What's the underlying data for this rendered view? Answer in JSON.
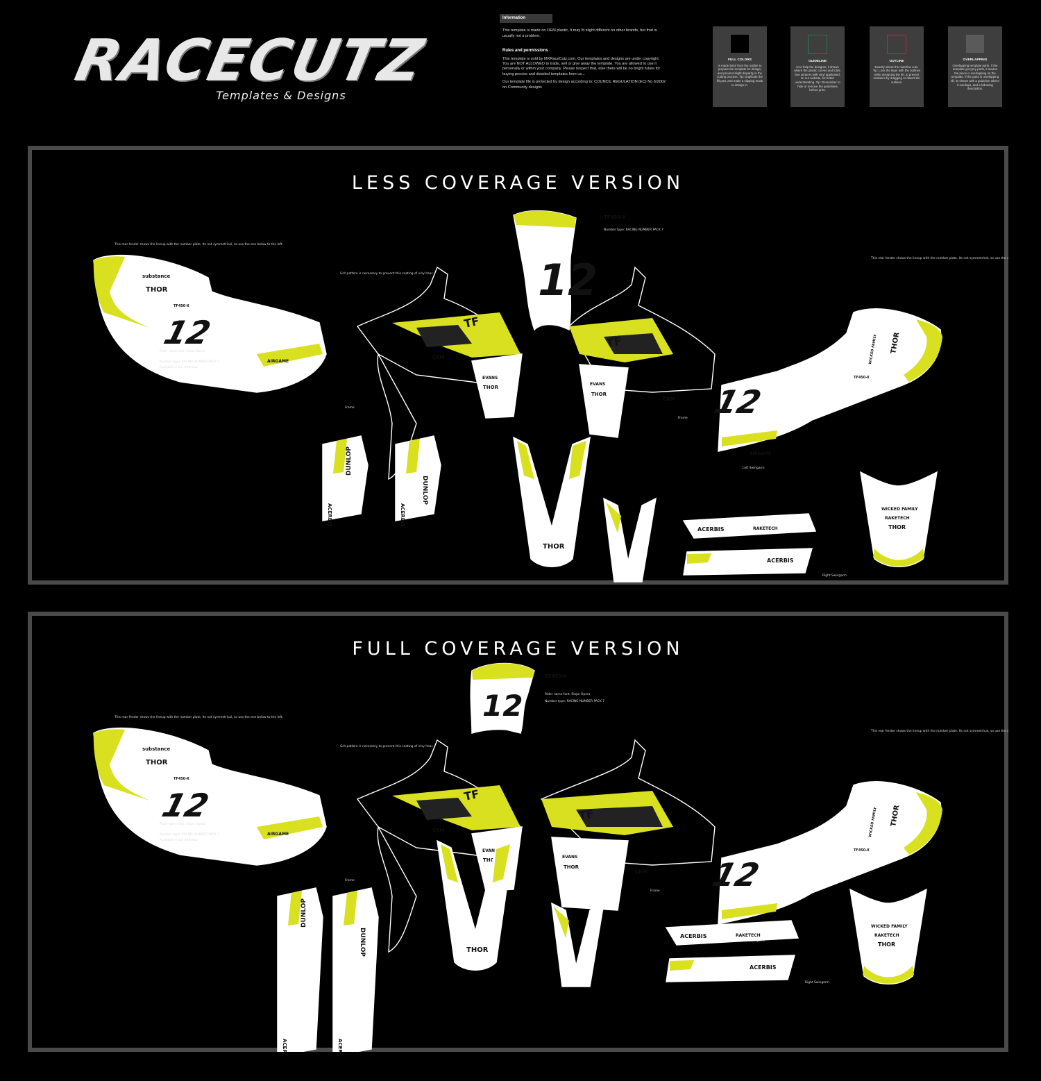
{
  "header": {
    "logo": "RACECUTZ",
    "tagline": "Templates & Designs"
  },
  "info": {
    "info_title": "Information",
    "info_text": "This template is made on OEM plastic, it may fit slight different on other brands, but that is usually not a problem.",
    "rules_title": "Rules and permissions",
    "rules_text": "This template is sold by MXRaceCutz.com. Our templates and designs are under copyright. You are NOT ALLOWED to trade, sell or give away the template. You are allowed to use it personally or within your company. Please respect that, else there will be no bright future for buying precise and detailed templates from us...",
    "design_text": "Our template file is protected by design according to: COUNCIL REGULATION (EC) No 6/2002 on Community designs"
  },
  "legend": [
    {
      "title": "FULL COLORS",
      "text": "Is made 5mm from the outline to prepare the template for design, and prevent slight disparity in the cutting process. Tip: Duplicate the fill part, and make a clipping mask to design in.",
      "color": "#000000"
    },
    {
      "title": "GUIDELINE",
      "text": "Is to help the designer, it shows where the plastic curves and folds. See pictures with vinyl applicated, on our website, for better understanding. Tip: Remember to hide or remove the guidelines before print.",
      "color": "#2b7a4b"
    },
    {
      "title": "OUTLINE",
      "text": "Exactly where the machine cuts. Tip: Lock the layer with the outlines while designing the kit, to prevent mistakes by dragging or distort the outlines.",
      "color": "#c8204a"
    },
    {
      "title": "OVERLAPPING",
      "text": "Overlapping template parts. If the template got grey parts, it means the piece is overlapping on the template. If the parts is overlapping till, its shown with a guideline where it overlaps, and a following description.",
      "color": "#5a5a5a"
    }
  ],
  "colors": {
    "accent": "#d8e020",
    "panel": "#ffffff",
    "frame": "#4a4a4a"
  },
  "sections": [
    {
      "title": "LESS COVERAGE VERSION"
    },
    {
      "title": "FULL COVERAGE VERSION"
    }
  ],
  "kit": {
    "number": "12",
    "model": "TF450-X",
    "brands": [
      "DUNLOP",
      "THOR",
      "ACERBIS",
      "CRM",
      "TF",
      "EVANS",
      "substance",
      "WICKED FAMILY",
      "RAKETECH",
      "AIRGAME"
    ],
    "notes": {
      "rear_left": "This rear fender shows the lineup with the number plate. Its not symmetrical, so use the one below to the left.",
      "rear_right": "This rear fender shows the lineup with the number plate. Its not symmetrical, so use the one below to the right.",
      "radiator": "Grit pattern is necessary to prevent this coating of vinyl tear.",
      "rider_font": "Rider name font: Slope Opera",
      "number_type": "Number type: RACING NUMBER PACK 7",
      "available": "Available in our webshop",
      "frame": "Frame",
      "swingarm_left": "Left Swingarm",
      "swingarm_right": "Right Swingarm"
    }
  }
}
